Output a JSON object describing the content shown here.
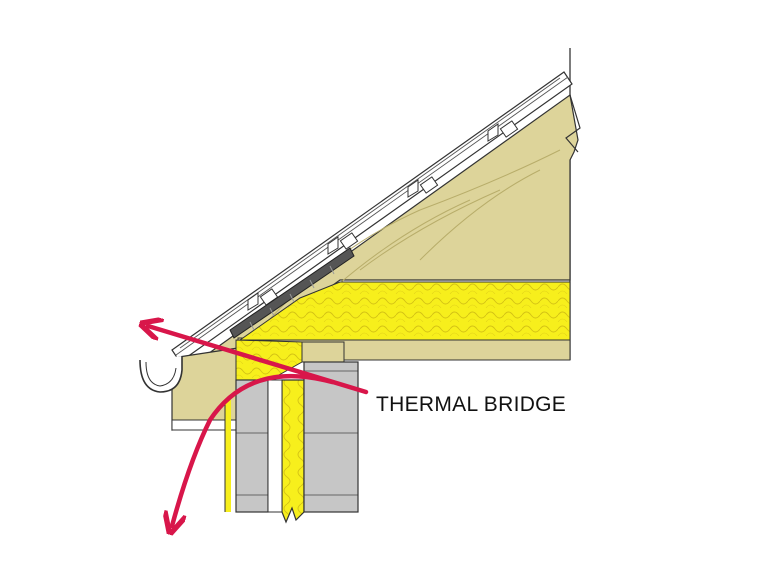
{
  "diagram": {
    "annotation": "THERMAL BRIDGE",
    "colors": {
      "insulation": "#f7ef1c",
      "insulation_pattern": "#d4c214",
      "timber": "#ddd49a",
      "timber_grain": "#b8ad6a",
      "masonry": "#c4c4c4",
      "outline": "#333333",
      "arrow": "#d8164a",
      "background": "#ffffff"
    },
    "icons": [
      "heat-loss-arrow-upper",
      "heat-loss-arrow-lower",
      "gutter-icon"
    ]
  }
}
